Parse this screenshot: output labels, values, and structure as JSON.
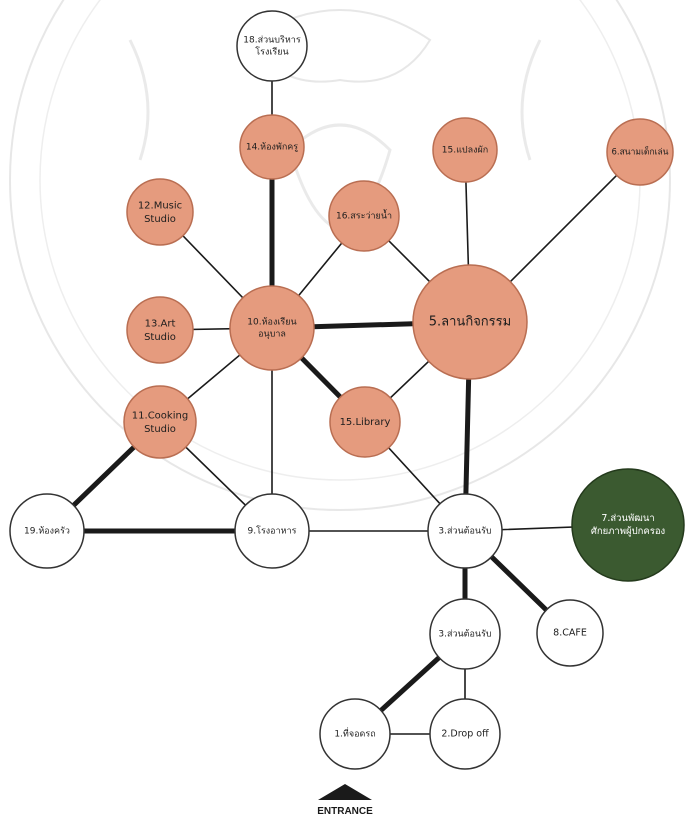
{
  "colors": {
    "activity": "#e59b7e",
    "activity_stroke": "#b96e52",
    "service": "#ffffff",
    "service_stroke": "#333333",
    "parent_area": "#3b5a30",
    "line": "#1a1a1a",
    "watermark": "#c9c9c9"
  },
  "nodes": [
    {
      "id": "n18",
      "lines": [
        "18.ส่วนบริหาร",
        "โรงเรียน"
      ],
      "kind": "service"
    },
    {
      "id": "n14",
      "lines": [
        "14.ห้องพักครู"
      ],
      "kind": "activity"
    },
    {
      "id": "n15a",
      "lines": [
        "15.แปลงผัก"
      ],
      "kind": "activity"
    },
    {
      "id": "n6",
      "lines": [
        "6.สนามเด็กเล่น"
      ],
      "kind": "activity"
    },
    {
      "id": "n12",
      "lines": [
        "12.Music",
        "Studio"
      ],
      "kind": "activity"
    },
    {
      "id": "n16s",
      "lines": [
        "16.สระว่ายน้ำ"
      ],
      "kind": "activity"
    },
    {
      "id": "n13",
      "lines": [
        "13.Art",
        "Studio"
      ],
      "kind": "activity"
    },
    {
      "id": "n10",
      "lines": [
        "10.ห้องเรียน",
        "อนุบาล"
      ],
      "kind": "activity"
    },
    {
      "id": "n5",
      "lines": [
        "5.ลานกิจกรรม"
      ],
      "kind": "activity"
    },
    {
      "id": "n11",
      "lines": [
        "11.Cooking",
        "Studio"
      ],
      "kind": "activity"
    },
    {
      "id": "n15l",
      "lines": [
        "15.Library"
      ],
      "kind": "activity"
    },
    {
      "id": "n19",
      "lines": [
        "19.ห้องครัว"
      ],
      "kind": "service"
    },
    {
      "id": "n9",
      "lines": [
        "9.โรงอาหาร"
      ],
      "kind": "service"
    },
    {
      "id": "n3a",
      "lines": [
        "3.ส่วนต้อนรับ"
      ],
      "kind": "service"
    },
    {
      "id": "n7",
      "lines": [
        "7.ส่วนพัฒนา",
        "ศักยภาพผู้ปกครอง"
      ],
      "kind": "parent"
    },
    {
      "id": "n3b",
      "lines": [
        "3.ส่วนต้อนรับ"
      ],
      "kind": "service"
    },
    {
      "id": "n8",
      "lines": [
        "8.CAFE"
      ],
      "kind": "service"
    },
    {
      "id": "n1",
      "lines": [
        "1.ที่จอดรถ"
      ],
      "kind": "service"
    },
    {
      "id": "n2",
      "lines": [
        "2.Drop off"
      ],
      "kind": "service"
    }
  ],
  "links": [
    {
      "from": "n18",
      "to": "n14",
      "weight": "normal"
    },
    {
      "from": "n14",
      "to": "n10",
      "weight": "heavy"
    },
    {
      "from": "n12",
      "to": "n10",
      "weight": "normal"
    },
    {
      "from": "n13",
      "to": "n10",
      "weight": "normal"
    },
    {
      "from": "n16s",
      "to": "n10",
      "weight": "normal"
    },
    {
      "from": "n16s",
      "to": "n5",
      "weight": "normal"
    },
    {
      "from": "n10",
      "to": "n5",
      "weight": "heavy"
    },
    {
      "from": "n15a",
      "to": "n5",
      "weight": "normal"
    },
    {
      "from": "n6",
      "to": "n5",
      "weight": "normal"
    },
    {
      "from": "n10",
      "to": "n11",
      "weight": "normal"
    },
    {
      "from": "n10",
      "to": "n15l",
      "weight": "heavy"
    },
    {
      "from": "n10",
      "to": "n9",
      "weight": "normal"
    },
    {
      "from": "n5",
      "to": "n15l",
      "weight": "normal"
    },
    {
      "from": "n5",
      "to": "n3a",
      "weight": "heavy"
    },
    {
      "from": "n11",
      "to": "n9",
      "weight": "normal"
    },
    {
      "from": "n11",
      "to": "n19",
      "weight": "heavy"
    },
    {
      "from": "n15l",
      "to": "n3a",
      "weight": "normal"
    },
    {
      "from": "n19",
      "to": "n9",
      "weight": "heavy"
    },
    {
      "from": "n9",
      "to": "n3a",
      "weight": "normal"
    },
    {
      "from": "n3a",
      "to": "n7",
      "weight": "normal"
    },
    {
      "from": "n3a",
      "to": "n3b",
      "weight": "heavy"
    },
    {
      "from": "n3a",
      "to": "n8",
      "weight": "heavy"
    },
    {
      "from": "n3b",
      "to": "n1",
      "weight": "heavy"
    },
    {
      "from": "n3b",
      "to": "n2",
      "weight": "normal"
    },
    {
      "from": "n1",
      "to": "n2",
      "weight": "normal"
    }
  ],
  "entrance": {
    "label": "ENTRANCE"
  }
}
